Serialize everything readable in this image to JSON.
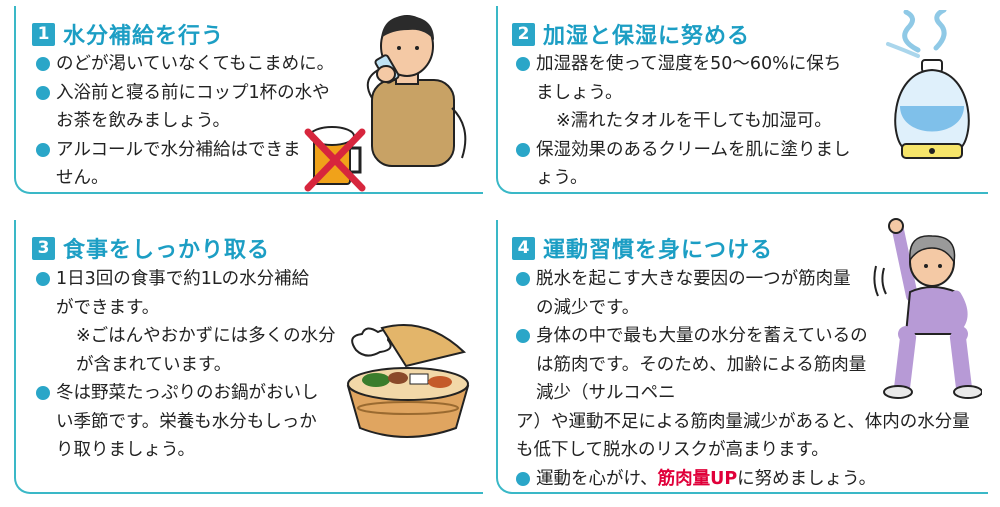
{
  "sections": [
    {
      "num": "1",
      "title": "水分補給を行う",
      "items": [
        "のどが渇いていなくてもこまめに。",
        "入浴前と寝る前にコップ1杯の水やお茶を飲みましょう。",
        "アルコールで水分補給はできません。"
      ]
    },
    {
      "num": "2",
      "title": "加湿と保湿に努める",
      "items": [
        "加湿器を使って湿度を50～60%に保ちましょう。",
        "保湿効果のあるクリームを肌に塗りましょう。"
      ],
      "note": "※濡れたタオルを干しても加湿可。"
    },
    {
      "num": "3",
      "title": "食事をしっかり取る",
      "items": [
        "1日3回の食事で約1Lの水分補給ができます。",
        "冬は野菜たっぷりのお鍋がおいしい季節です。栄養も水分もしっかり取りましょう。"
      ],
      "note": "※ごはんやおかずには多くの水分が含まれています。"
    },
    {
      "num": "4",
      "title": "運動習慣を身につける",
      "items": [
        "脱水を起こす大きな要因の一つが筋肉量の減少です。",
        "身体の中で最も大量の水分を蓄えているのは筋肉です。そのため、加齢による筋肉量減少（サルコペニア）や運動不足による筋肉量減少があると、体内の水分量も低下して脱水のリスクが高まります。"
      ],
      "last_pre": "運動を心がけ、",
      "last_highlight": "筋肉量UP",
      "last_post": "に努めましょう。"
    }
  ],
  "colors": {
    "accent": "#2aa6c8",
    "title": "#1c9ec4",
    "highlight": "#e0003a"
  }
}
